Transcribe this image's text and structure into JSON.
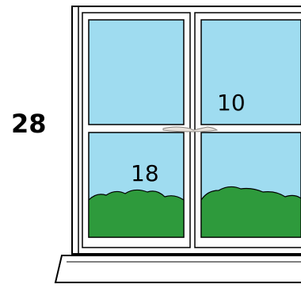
{
  "puzzle": {
    "side_number": "28",
    "pane_top_right_number": "10",
    "pane_bottom_left_number": "18"
  },
  "colors": {
    "sky": "#9fdcf0",
    "bush": "#2e9a3c",
    "frame": "#ffffff",
    "outline": "#000000"
  }
}
